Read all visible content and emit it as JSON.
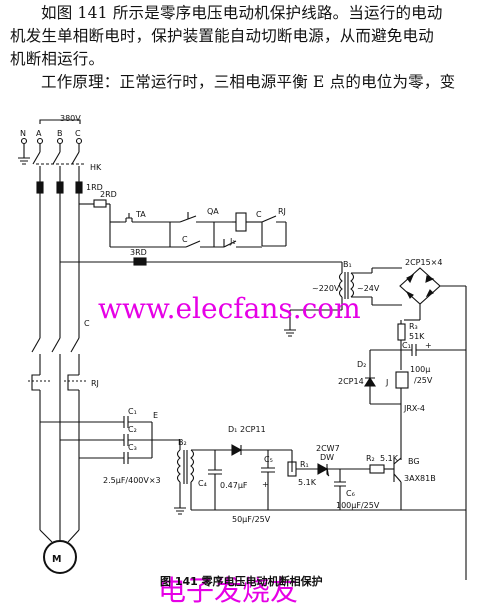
{
  "intro": {
    "line1": "如图 141 所示是零序电压电动机保护线路。当运行的电动",
    "line2": "机发生单相断电时，保护装置能自动切断电源，从而避免电动",
    "line3": "机断相运行。",
    "line4": "工作原理：正常运行时，三相电源平衡 E 点的电位为零，变"
  },
  "labels": {
    "voltage": "380V",
    "N": "N",
    "A": "A",
    "B": "B",
    "C": "C",
    "HK": "HK",
    "RD1": "1RD",
    "RD2": "2RD",
    "RD3": "3RD",
    "TA": "TA",
    "QA": "QA",
    "Crelay": "C",
    "RJ1": "RJ",
    "Ccontact": "C",
    "J1": "J₁",
    "Cmain": "C",
    "RJ": "RJ",
    "B1": "B₁",
    "v220": "~220V",
    "v24": "~24V",
    "bridge": "2CP15×4",
    "R3": "R₃",
    "R3val": "51K",
    "C1": "C₁",
    "D2": "D₂",
    "D2type": "2CP14",
    "J": "J",
    "Jcap": "100μ",
    "Jv": "/25V",
    "JRX": "JRX-4",
    "Ca": "C₁",
    "Cb": "C₂",
    "Cc": "C₃",
    "E": "E",
    "capval": "2.5μF/400V×3",
    "B2": "B₂",
    "D1": "D₁",
    "D1type": "2CP11",
    "C4": "C₄",
    "C4val": "0.47μF",
    "C5": "C₅",
    "C5val": "50μF/25V",
    "R1": "R₁",
    "R1val": "5.1K",
    "DW": "DW",
    "DWtype": "2CW7",
    "C6": "C₆",
    "R2": "R₂",
    "R2val": "5.1K",
    "C6val": "100μF/25V",
    "BG": "BG",
    "BGtype": "3AX81B",
    "motor": "M"
  },
  "watermark": "www.elecfans.com",
  "watermark2": "电子发烧友",
  "caption": "图 141 零序电压电动机断相保护"
}
